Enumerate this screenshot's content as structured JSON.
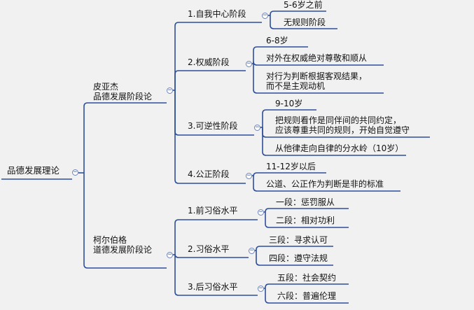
{
  "root": {
    "label": "品德发展理论",
    "toggle": "−"
  },
  "branches": [
    {
      "label_line1": "皮亚杰",
      "label_line2": "品德发展阶段论",
      "toggle": "−",
      "stages": [
        {
          "label": "1.自我中心阶段",
          "toggle": "−",
          "details": [
            {
              "lines": [
                "5-6岁之前"
              ]
            },
            {
              "lines": [
                "无规则阶段"
              ]
            }
          ]
        },
        {
          "label": "2.权威阶段",
          "toggle": "−",
          "details": [
            {
              "lines": [
                "6-8岁"
              ]
            },
            {
              "lines": [
                "对外在权威绝对尊敬和顺从"
              ]
            },
            {
              "lines": [
                "对行为判断根据客观结果，",
                "而不是主观动机"
              ]
            }
          ]
        },
        {
          "label": "3.可逆性阶段",
          "toggle": "−",
          "details": [
            {
              "lines": [
                "9-10岁"
              ]
            },
            {
              "lines": [
                "把规则看作是同伴间的共同约定，",
                "应该尊重共同的规则，开始自觉遵守"
              ]
            },
            {
              "lines": [
                "从他律走向自律的分水岭（10岁）"
              ]
            }
          ]
        },
        {
          "label": "4.公正阶段",
          "toggle": "−",
          "details": [
            {
              "lines": [
                "11-12岁以后"
              ]
            },
            {
              "lines": [
                "公道、公正作为判断是非的标准"
              ]
            }
          ]
        }
      ]
    },
    {
      "label_line1": "柯尔伯格",
      "label_line2": "道德发展阶段论",
      "toggle": "−",
      "stages": [
        {
          "label": "1.前习俗水平",
          "toggle": "−",
          "details": [
            {
              "lines": [
                "一段：惩罚服从"
              ]
            },
            {
              "lines": [
                "二段：相对功利"
              ]
            }
          ]
        },
        {
          "label": "2.习俗水平",
          "toggle": "−",
          "details": [
            {
              "lines": [
                "三段：寻求认可"
              ]
            },
            {
              "lines": [
                "四段：遵守法规"
              ]
            }
          ]
        },
        {
          "label": "3.后习俗水平",
          "toggle": "−",
          "details": [
            {
              "lines": [
                "五段：社会契约"
              ]
            },
            {
              "lines": [
                "六段：普遍伦理"
              ]
            }
          ]
        }
      ]
    }
  ],
  "colors": {
    "line": "#2d4f9a",
    "toggle_border": "#6a84b8",
    "background": "#f1f1f1"
  }
}
